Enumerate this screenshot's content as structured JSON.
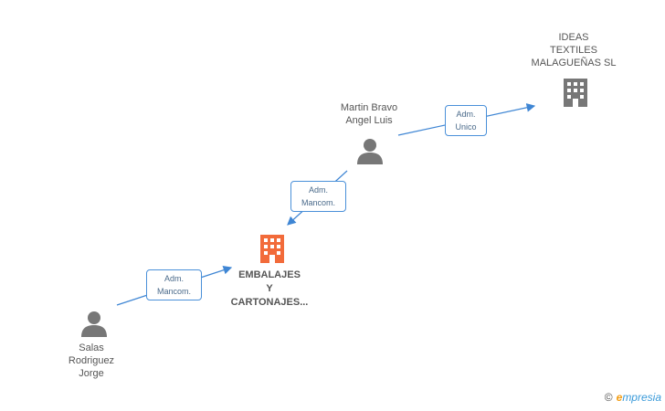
{
  "colors": {
    "edge": "#3f86d4",
    "person": "#777777",
    "company_gray": "#777777",
    "company_main": "#f26b3a"
  },
  "nodes": {
    "ideas": {
      "label_lines": [
        "IDEAS",
        "TEXTILES",
        "MALAGUEÑAS SL"
      ],
      "type": "company",
      "icon": "building-icon"
    },
    "martin": {
      "label_lines": [
        "Martin Bravo",
        "Angel Luis"
      ],
      "type": "person",
      "icon": "person-icon"
    },
    "embalajes": {
      "label_lines": [
        "EMBALAJES",
        "Y",
        "CARTONAJES..."
      ],
      "type": "company-main",
      "icon": "building-icon"
    },
    "salas": {
      "label_lines": [
        "Salas",
        "Rodriguez",
        "Jorge"
      ],
      "type": "person",
      "icon": "person-icon"
    }
  },
  "edges": [
    {
      "from": "martin",
      "to": "ideas",
      "label_lines": [
        "Adm.",
        "Unico"
      ]
    },
    {
      "from": "martin",
      "to": "embalajes",
      "label_lines": [
        "Adm.",
        "Mancom."
      ]
    },
    {
      "from": "salas",
      "to": "embalajes",
      "label_lines": [
        "Adm.",
        "Mancom."
      ]
    }
  ],
  "brand": {
    "copyright": "©",
    "name_initial": "e",
    "name_rest": "mpresia"
  }
}
